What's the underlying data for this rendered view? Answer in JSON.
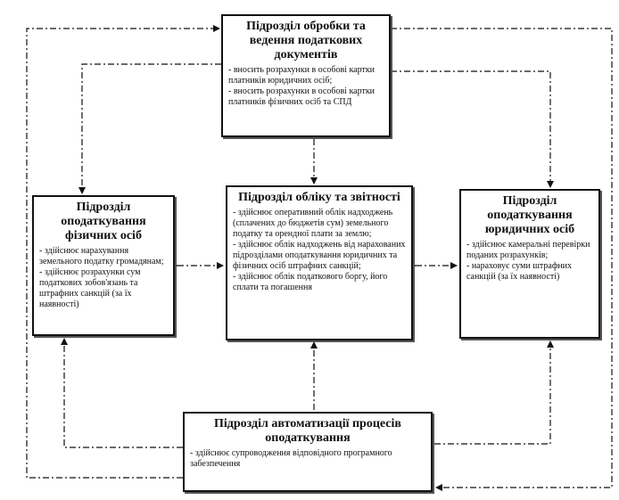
{
  "nodes": {
    "top": {
      "title": "Підрозділ обробки та ведення податкових документів",
      "items": [
        "- вносить розрахунки в особові картки платників юридичних осіб;",
        "- вносить розрахунки в особові картки платників фізичних осіб та СПД"
      ]
    },
    "left": {
      "title": "Підрозділ оподаткування фізичних осіб",
      "items": [
        "- здійснює нарахування земельного податку громадянам;",
        "- здійснює розрахунки сум податкових зобов'язань та штрафних санкцій (за їх наявності)"
      ]
    },
    "center": {
      "title": "Підрозділ обліку та звітності",
      "items": [
        "- здійснює оперативний облік надходжень (сплачених до бюджетів сум) земельного податку та орендної плати за землю;",
        "- здійснює облік надходжень від нарахованих підрозділами оподаткування юридичних та фізичних осіб штрафних санкцій;",
        "- здійснює облік податкового боргу, його сплати та погашення"
      ]
    },
    "right": {
      "title": "Підрозділ оподаткування юридичних осіб",
      "items": [
        "- здійснює камеральні перевірки поданих розрахунків;",
        "- нараховує суми штрафних санкцій (за їх наявності)"
      ]
    },
    "bottom": {
      "title": "Підрозділ автоматизації процесів оподаткування",
      "items": [
        "- здійснює супроводження відповідного програмного забезпечення"
      ]
    }
  },
  "colors": {
    "line": "#111111",
    "box_border": "#111111",
    "background": "#ffffff"
  }
}
